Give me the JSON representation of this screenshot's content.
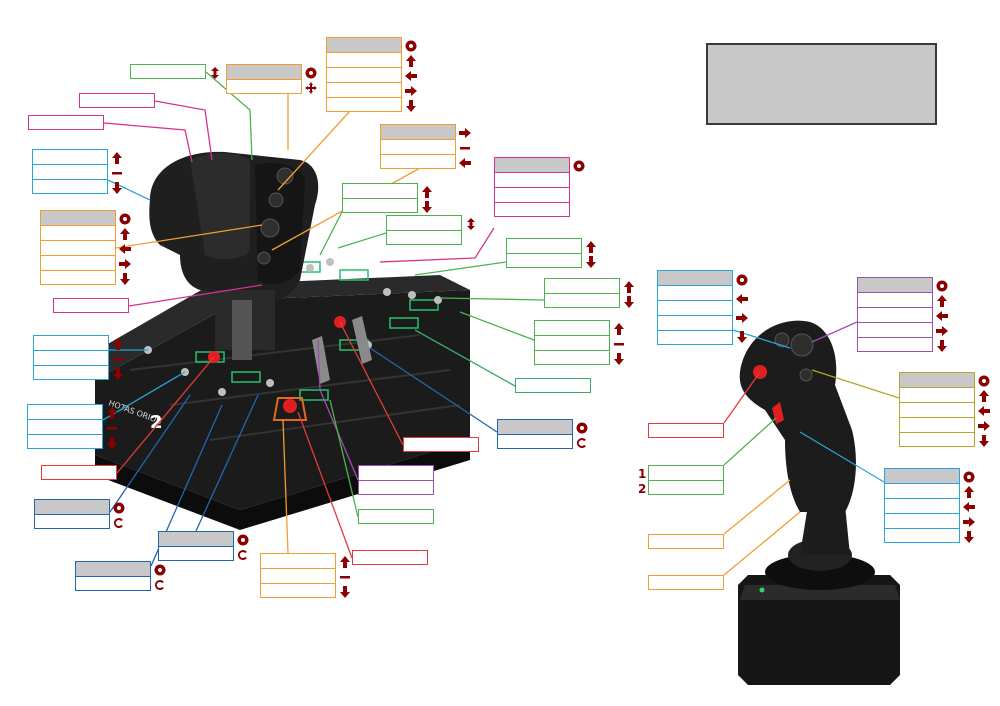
{
  "page": {
    "background": "#ffffff"
  },
  "title_box": {
    "fill": "#c8c8c8",
    "border": "#3a3a3a",
    "text": ""
  },
  "colors": {
    "pink": "#d6338f",
    "green": "#4db34d",
    "orange": "#f39c32",
    "blue": "#2aa5d9",
    "darkblue": "#2166b0",
    "purple": "#9b4fb0",
    "red": "#e23b3b",
    "olive": "#b5a52a",
    "mint": "#3aaa6a",
    "arrow": "#8b0000",
    "header_fill": "#c8c8c8"
  },
  "icon_legend": {
    "up": "arrow-up-icon",
    "down": "arrow-down-icon",
    "left": "arrow-left-icon",
    "right": "arrow-right-icon",
    "center": "center-dash-icon",
    "press": "press-button-icon",
    "rotate": "rotate-icon",
    "updown": "up-down-icon",
    "fourway": "four-way-icon"
  },
  "captions": {
    "digit_1": "1",
    "digit_2": "2"
  },
  "devices": {
    "throttle": {
      "brand": "HOTAS ORION",
      "number": "2"
    },
    "joystick": {
      "name": "flight-stick"
    }
  },
  "labels": []
}
